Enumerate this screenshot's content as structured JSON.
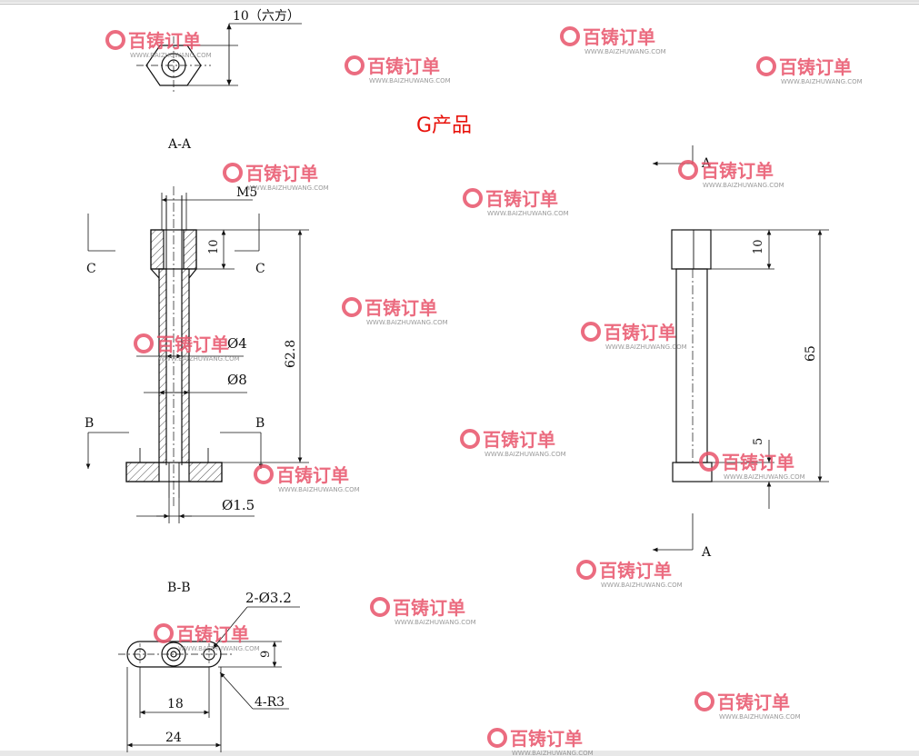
{
  "title": "G产品",
  "watermark": {
    "brand": "百铸订单",
    "url": "WWW.BAIZHUWANG.COM",
    "color": "#e8536a"
  },
  "labels": {
    "hex_note": "10（六方）",
    "section_aa": "A-A",
    "section_bb": "B-B",
    "thread": "M5",
    "dim_10_left": "10",
    "dim_628": "62.8",
    "dia4": "Ø4",
    "dia8": "Ø8",
    "dia15": "Ø1.5",
    "cut_c": "C",
    "cut_b": "B",
    "cut_a": "A",
    "dim_10_right": "10",
    "dim_65": "65",
    "dim_5": "5",
    "holes": "2-Ø3.2",
    "radius": "4-R3",
    "dim_9": "9",
    "dim_18": "18",
    "dim_24": "24"
  }
}
